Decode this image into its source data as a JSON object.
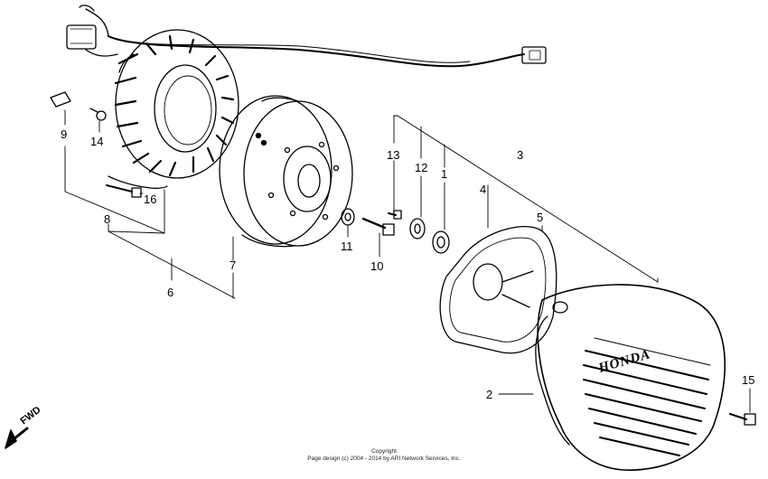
{
  "labels": {
    "p1": "1",
    "p2": "2",
    "p3": "3",
    "p4": "4",
    "p5": "5",
    "p6": "6",
    "p7": "7",
    "p8": "8",
    "p9": "9",
    "p10": "10",
    "p11": "11",
    "p12": "12",
    "p13": "13",
    "p14": "14",
    "p15": "15",
    "p16": "16"
  },
  "fwd": "FWD",
  "brand": "HONDA",
  "footer": {
    "line1": "Copyright",
    "line2": "Page design (c) 2004 - 2014 by ARI Network Services, Inc."
  }
}
